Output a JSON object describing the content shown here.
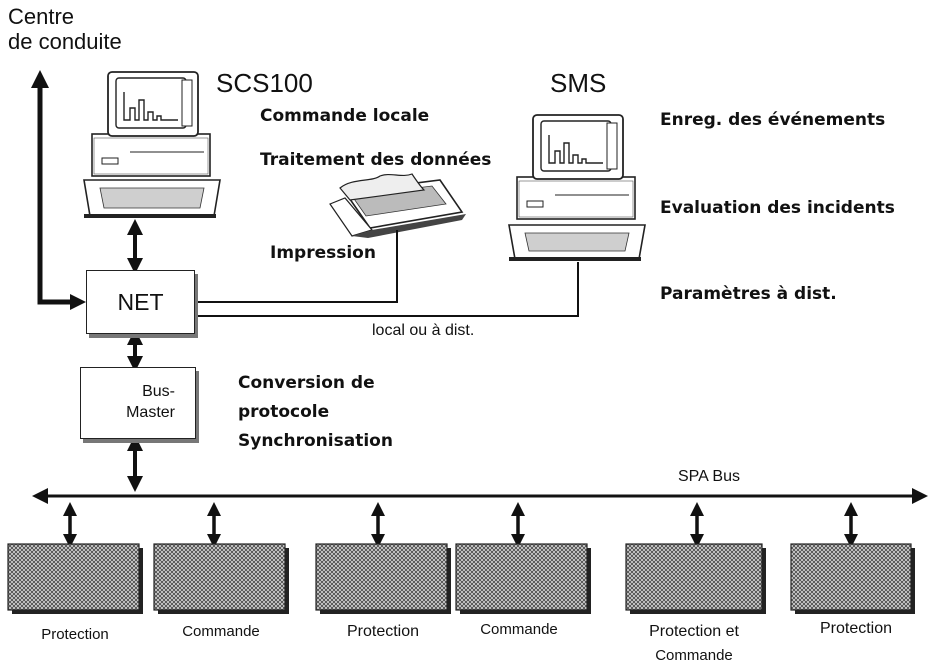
{
  "centre": {
    "line1": "Centre",
    "line2": "de conduite"
  },
  "stations": {
    "scs": "SCS100",
    "sms": "SMS"
  },
  "functions": {
    "commande_locale": "Commande locale",
    "traitement": "Traitement des données",
    "impression": "Impression",
    "enreg": "Enreg. des événements",
    "evaluation": "Evaluation des incidents",
    "parametres": "Paramètres à dist."
  },
  "net": "NET",
  "link_label": "local ou à dist.",
  "busmaster": {
    "line1": "Bus-",
    "line2": "Master"
  },
  "conversion": {
    "line1": "Conversion de",
    "line2": "protocole",
    "line3": "Synchronisation"
  },
  "bus_label": "SPA Bus",
  "devices": [
    {
      "label": "Protection"
    },
    {
      "label": "Commande"
    },
    {
      "label": "Protection"
    },
    {
      "label": "Commande"
    },
    {
      "label": "Protection et",
      "label2": "Commande"
    },
    {
      "label": "Protection"
    }
  ]
}
